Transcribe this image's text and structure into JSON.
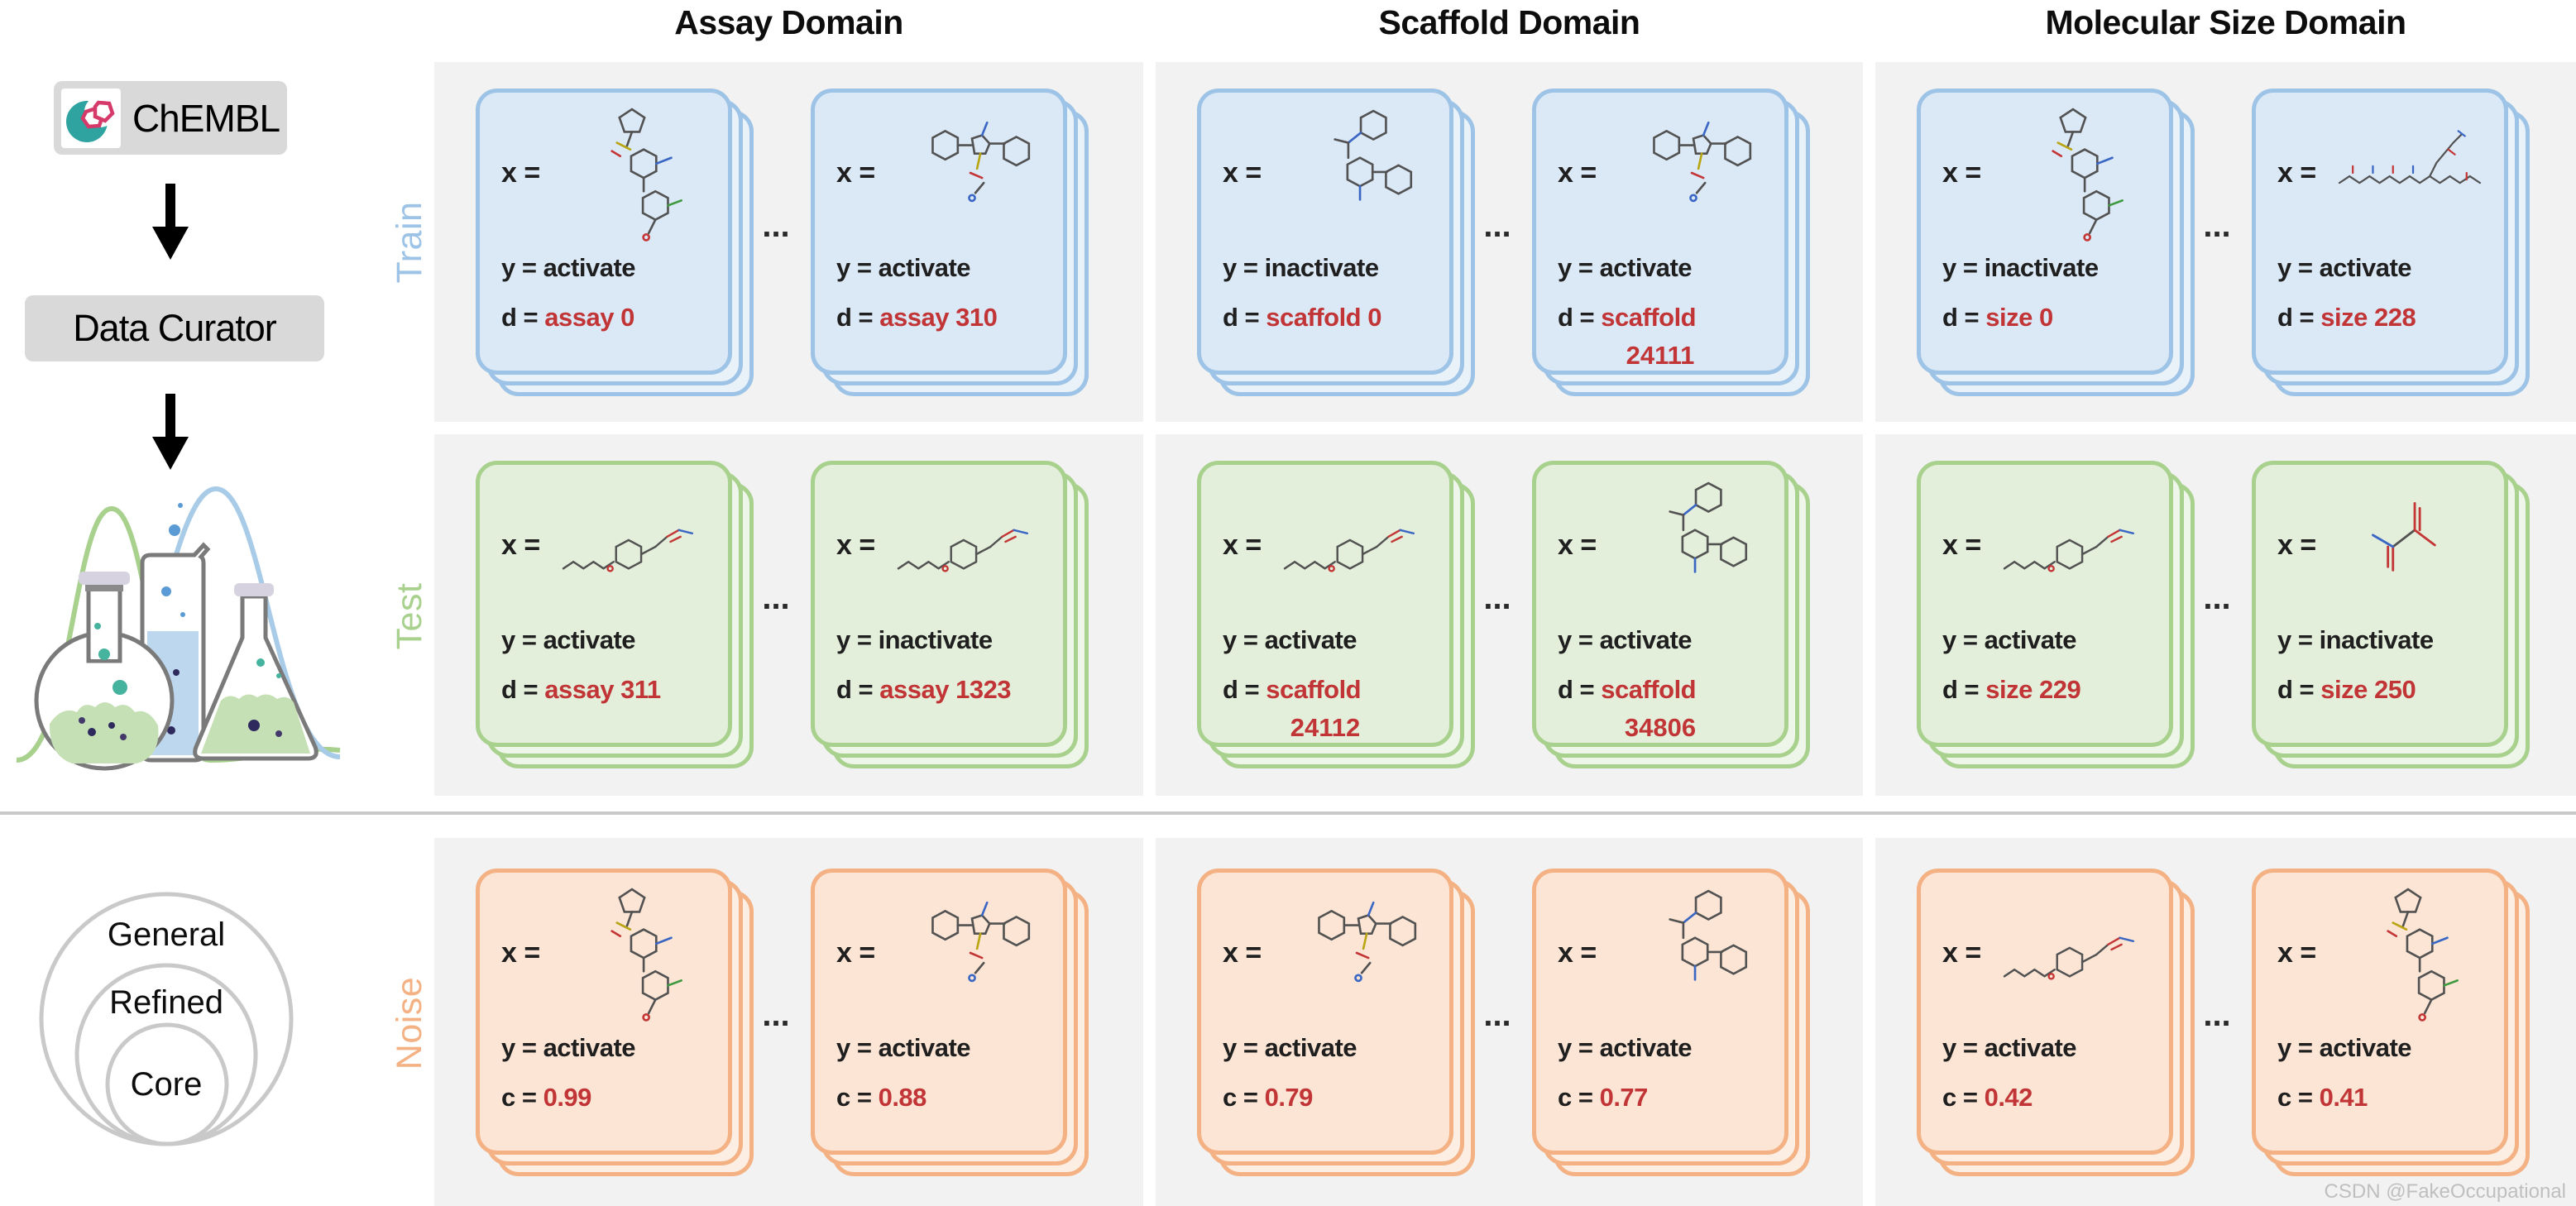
{
  "title_row": {
    "columns": [
      "Assay Domain",
      "Scaffold Domain",
      "Molecular Size Domain"
    ]
  },
  "rows": [
    {
      "label": "Train"
    },
    {
      "label": "Test"
    },
    {
      "label": "Noise"
    }
  ],
  "left": {
    "source": "ChEMBL",
    "curator": "Data Curator",
    "circles": [
      "General",
      "Refined",
      "Core"
    ]
  },
  "x_label": "x =",
  "ellipsis": "...",
  "colors": {
    "panel_gray": "#f2f2f2",
    "train_border": "#9dc3e6",
    "train_fill": "#dbe8f6",
    "test_border": "#a9d18e",
    "test_fill": "#e3efdb",
    "noise_border": "#f4b183",
    "noise_fill": "#fce5d5",
    "row_label_train": "#9dc3e6",
    "row_label_test": "#a9d18e",
    "row_label_noise": "#f4b183",
    "value_red": "#c23537"
  },
  "cells": {
    "train": {
      "assay": {
        "cards": [
          {
            "y": "y = activate",
            "prefix": "d = ",
            "value": "assay 0"
          },
          {
            "y": "y = activate",
            "prefix": "d = ",
            "value": "assay 310"
          }
        ]
      },
      "scaffold": {
        "cards": [
          {
            "y": "y = inactivate",
            "prefix": "d = ",
            "value": "scaffold 0"
          },
          {
            "y": "y = activate",
            "prefix": "d = ",
            "value": "scaffold",
            "value2": "24111"
          }
        ]
      },
      "size": {
        "cards": [
          {
            "y": "y = inactivate",
            "prefix": "d = ",
            "value": "size 0"
          },
          {
            "y": "y = activate",
            "prefix": "d = ",
            "value": "size 228"
          }
        ]
      }
    },
    "test": {
      "assay": {
        "cards": [
          {
            "y": "y = activate",
            "prefix": "d = ",
            "value": "assay 311"
          },
          {
            "y": "y = inactivate",
            "prefix": "d = ",
            "value": "assay 1323"
          }
        ]
      },
      "scaffold": {
        "cards": [
          {
            "y": "y = activate",
            "prefix": "d = ",
            "value": "scaffold",
            "value2": "24112"
          },
          {
            "y": "y = activate",
            "prefix": "d = ",
            "value": "scaffold",
            "value2": "34806"
          }
        ]
      },
      "size": {
        "cards": [
          {
            "y": "y = activate",
            "prefix": "d = ",
            "value": "size 229"
          },
          {
            "y": "y = inactivate",
            "prefix": "d = ",
            "value": "size 250"
          }
        ]
      }
    },
    "noise": {
      "assay": {
        "cards": [
          {
            "y": "y = activate",
            "prefix": "c = ",
            "value": "0.99"
          },
          {
            "y": "y = activate",
            "prefix": "c = ",
            "value": "0.88"
          }
        ]
      },
      "scaffold": {
        "cards": [
          {
            "y": "y = activate",
            "prefix": "c = ",
            "value": "0.79"
          },
          {
            "y": "y = activate",
            "prefix": "c = ",
            "value": "0.77"
          }
        ]
      },
      "size": {
        "cards": [
          {
            "y": "y = activate",
            "prefix": "c = ",
            "value": "0.42"
          },
          {
            "y": "y = activate",
            "prefix": "c = ",
            "value": "0.41"
          }
        ]
      }
    }
  },
  "watermark": "CSDN @FakeOccupational"
}
